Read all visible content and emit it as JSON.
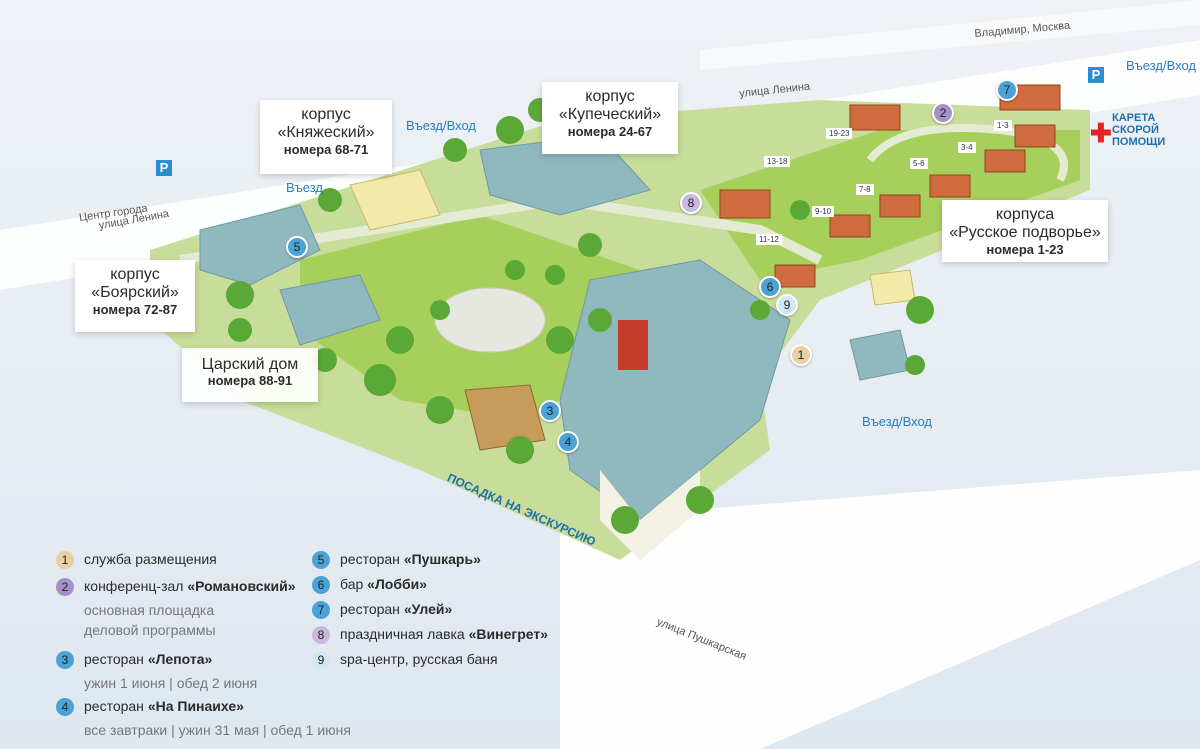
{
  "colors": {
    "road": "#f4f5f7",
    "lawn": "#a6cf5c",
    "path": "#e3ecd2",
    "roof": "#8fb8bf",
    "marker_blue": "#4aa3d4",
    "marker_violet": "#a491c8",
    "marker_beige": "#e8cfa6",
    "marker_pale": "#cfe8f3",
    "accent": "#2a7bbf",
    "cross": "#e32424"
  },
  "streets": {
    "lenina_top": "улица Ленина",
    "lenina_left": "улица Ленина",
    "center": "Центр города",
    "vladimir": "Владимир, Москва",
    "pushkarskaya": "улица Пушкарская"
  },
  "entries": {
    "top_right": "Въезд/Вход",
    "top_mid": "Въезд/Вход",
    "left": "Въезд",
    "right": "Въезд/Вход"
  },
  "parking_label": "P",
  "ambulance": {
    "line1": "КАРЕТА",
    "line2": "СКОРОЙ",
    "line3": "ПОМОЩИ",
    "icon": "red-cross-icon"
  },
  "excursion": "ПОСАДКА НА ЭКСКУРСИЮ",
  "buildings": {
    "knyazhesky": {
      "title1": "корпус",
      "title2": "«Княжеский»",
      "rooms": "номера 68-71"
    },
    "kupechesky": {
      "title1": "корпус",
      "title2": "«Купеческий»",
      "rooms": "номера 24-67"
    },
    "boyarsky": {
      "title1": "корпус",
      "title2": "«Боярский»",
      "rooms": "номера 72-87"
    },
    "tsarsky": {
      "title1": "Царский дом",
      "rooms": "номера 88-91"
    },
    "podvorye": {
      "title1": "корпуса",
      "title2": "«Русское подворье»",
      "rooms": "номера 1-23"
    }
  },
  "cottage_tags": [
    "13-18",
    "19-23",
    "1-3",
    "3-4",
    "5-6",
    "7-8",
    "9-10",
    "11-12"
  ],
  "map_markers": [
    "1",
    "2",
    "3",
    "4",
    "5",
    "6",
    "7",
    "8",
    "9"
  ],
  "legend": [
    {
      "num": "1",
      "text": "служба размещения",
      "bold": ""
    },
    {
      "num": "2",
      "text": "конференц-зал ",
      "bold": "«Романовский»"
    },
    {
      "num": "3",
      "text": "ресторан ",
      "bold": "«Лепота»"
    },
    {
      "num": "4",
      "text": "ресторан ",
      "bold": "«На Пинаихе»"
    },
    {
      "num": "5",
      "text": "ресторан ",
      "bold": "«Пушкарь»"
    },
    {
      "num": "6",
      "text": "бар ",
      "bold": "«Лобби»"
    },
    {
      "num": "7",
      "text": "ресторан ",
      "bold": "«Улей»"
    },
    {
      "num": "8",
      "text": "праздничная лавка ",
      "bold": "«Винегрет»"
    },
    {
      "num": "9",
      "text": "spa-центр, русская баня",
      "bold": ""
    }
  ],
  "legend_notes": {
    "n2a": "основная площадка",
    "n2b": "деловой программы",
    "n3": "ужин 1 июня | обед 2 июня",
    "n4": "все завтраки | ужин 31 мая | обед 1 июня"
  }
}
